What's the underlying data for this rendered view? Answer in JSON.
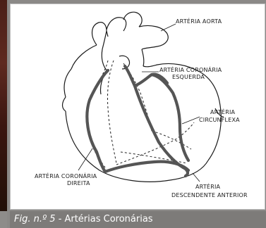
{
  "caption": {
    "prefix": "Fig. n.º 5 - ",
    "title": "Artérias Coronárias"
  },
  "labels": {
    "aorta": "ARTÉRIA AORTA",
    "left_coronary_1": "ARTÉRIA CORONÁRIA",
    "left_coronary_2": "ESQUERDA",
    "circumflex_1": "ARTÉRIA",
    "circumflex_2": "CIRCUNFLEXA",
    "right_coronary_1": "ARTÉRIA CORONÁRIA",
    "right_coronary_2": "DIREITA",
    "anterior_desc_1": "ARTÉRIA",
    "anterior_desc_2": "DESCENDENTE ANTERIOR"
  },
  "colors": {
    "background": "#8b8987",
    "caption_bar": "#7d7b79",
    "artery": "#555555"
  }
}
